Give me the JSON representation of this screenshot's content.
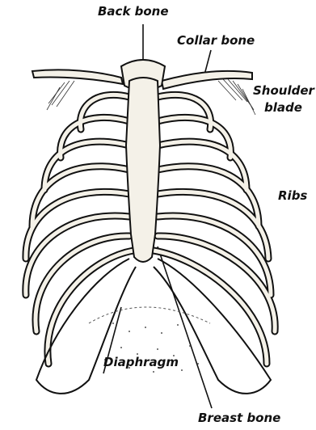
{
  "labels": {
    "back_bone": "Back bone",
    "collar_bone": "Collar bone",
    "shoulder": "Shoulder",
    "blade": "blade",
    "ribs": "Ribs",
    "diaphragm": "Diaphragm",
    "breast_bone": "Breast bone"
  },
  "colors": {
    "ink": "#111111",
    "background": "#ffffff",
    "bone_fill": "#f4f1e8"
  }
}
